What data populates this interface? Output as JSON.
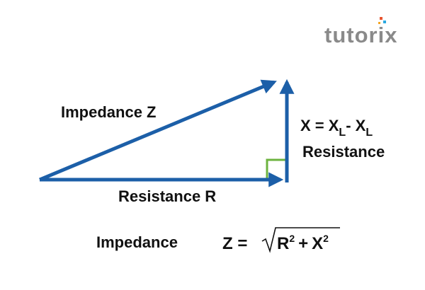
{
  "logo": {
    "text": "tutorix",
    "text_color": "#8a8a8a",
    "dot_colors": [
      "#e8542f",
      "#2aa9e0",
      "#f5a623"
    ]
  },
  "diagram": {
    "hypotenuse_label": "Impedance Z",
    "base_label": "Resistance R",
    "side_label": {
      "prefix": "X = X",
      "sub1": "L",
      "middle": "- X",
      "sub2": "L"
    },
    "side_label_line2": "Resistance",
    "vector_color": "#1c5fa8",
    "right_angle_color": "#6db33f"
  },
  "formula": {
    "label": "Impedance",
    "lhs": "Z =",
    "r": "R",
    "r_exp": "2",
    "plus": "+",
    "x": "X",
    "x_exp": "2"
  }
}
